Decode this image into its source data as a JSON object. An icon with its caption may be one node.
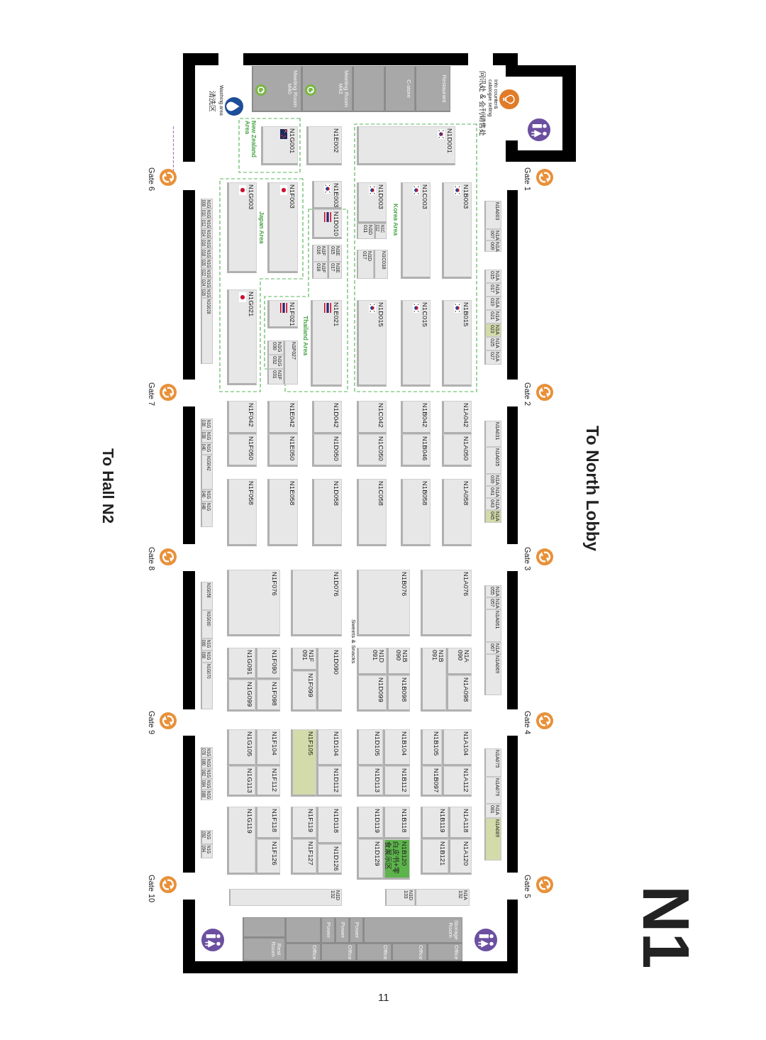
{
  "diagram": {
    "nodes": [
      {
        "text": [
          "Korea Area"
        ]
      },
      {
        "text": [
          "New Zealand Area"
        ]
      },
      {
        "text": [
          "Japan Area"
        ]
      },
      {
        "text": [
          "Thailand Area"
        ]
      },
      {
        "text": [
          "Meeting Room M40"
        ]
      },
      {
        "text": [
          "Meeting Room M42"
        ]
      },
      {
        "text": [],
        "shape": "box"
      },
      {
        "text": [
          "C-store"
        ]
      },
      {
        "text": [
          "Restaurant"
        ]
      },
      {
        "text": [
          "N1D001"
        ],
        "in": 0
      },
      {
        "text": [
          "N1B003"
        ],
        "in": 0
      },
      {
        "text": [
          "N1C003"
        ],
        "in": 0
      },
      {
        "text": [
          "N1D003"
        ],
        "in": 0
      },
      {
        "text": [
          "N1C 012"
        ],
        "in": 0
      },
      {
        "text": [
          "N1D 011"
        ],
        "in": 0
      },
      {
        "text": [
          "N1C018"
        ],
        "in": 0
      },
      {
        "text": [
          "N1D 017"
        ],
        "in": 0
      },
      {
        "text": [
          "N1B015"
        ],
        "in": 0
      },
      {
        "text": [
          "N1C015"
        ],
        "in": 0
      },
      {
        "text": [
          "N1D015"
        ],
        "in": 0
      },
      {
        "text": [
          "N1G001"
        ],
        "in": 1
      },
      {
        "text": [
          "N1E002"
        ]
      },
      {
        "text": [
          "N1F003"
        ],
        "in": 2
      },
      {
        "text": [
          "N1G003"
        ],
        "in": 2
      },
      {
        "text": [
          "N1G021"
        ],
        "in": 2
      },
      {
        "text": [
          "N1E003"
        ]
      },
      {
        "text": [
          "N1D010"
        ],
        "in": 3
      },
      {
        "text": [
          "N1E 015"
        ],
        "in": 3
      },
      {
        "text": [
          "N1E 017"
        ],
        "in": 3
      },
      {
        "text": [
          "N1F 016"
        ],
        "in": 3
      },
      {
        "text": [
          "N1F 018"
        ],
        "in": 3
      },
      {
        "text": [
          "N1E021"
        ],
        "in": 3
      },
      {
        "text": [
          "N1F021"
        ],
        "in": 3
      },
      {
        "text": [
          "N1F027"
        ],
        "in": 3
      },
      {
        "text": [
          "N1G 030"
        ],
        "in": 3
      },
      {
        "text": [
          "N1G 032"
        ],
        "in": 3
      },
      {
        "text": [
          "N1F 031"
        ],
        "in": 3
      },
      {
        "text": [
          "N1A003"
        ]
      },
      {
        "text": [
          "N1A 007"
        ]
      },
      {
        "text": [
          "N1A 009"
        ]
      },
      {
        "text": [
          "N1A 015"
        ]
      },
      {
        "text": [
          "N1A 017"
        ]
      },
      {
        "text": [
          "N1A 019"
        ]
      },
      {
        "text": [
          "N1A 021"
        ]
      },
      {
        "text": [
          "N1A 023"
        ]
      },
      {
        "text": [
          "N1A 025"
        ]
      },
      {
        "text": [
          "N1A 027"
        ]
      },
      {
        "text": [
          "N1G 008"
        ]
      },
      {
        "text": [
          "N1G 010"
        ]
      },
      {
        "text": [
          "N1G 012"
        ]
      },
      {
        "text": [
          "N1G 014"
        ]
      },
      {
        "text": [
          "N1G 016"
        ]
      },
      {
        "text": [
          "N1G 018"
        ]
      },
      {
        "text": [
          "N1G 020"
        ]
      },
      {
        "text": [
          "N1G 022"
        ]
      },
      {
        "text": [
          "N1G 024"
        ]
      },
      {
        "text": [
          "N1G 026"
        ]
      },
      {
        "text": [
          "N1G028"
        ]
      },
      {
        "text": [
          "N1A042"
        ]
      },
      {
        "text": [
          "N1A050"
        ]
      },
      {
        "text": [
          "N1B042"
        ]
      },
      {
        "text": [
          "N1B046"
        ]
      },
      {
        "text": [
          "N1C042"
        ]
      },
      {
        "text": [
          "N1C050"
        ]
      },
      {
        "text": [
          "N1D042"
        ]
      },
      {
        "text": [
          "N1D050"
        ]
      },
      {
        "text": [
          "N1E042"
        ]
      },
      {
        "text": [
          "N1E050"
        ]
      },
      {
        "text": [
          "N1F042"
        ]
      },
      {
        "text": [
          "N1F050"
        ]
      },
      {
        "text": [
          "N1A058"
        ]
      },
      {
        "text": [
          "N1B058"
        ]
      },
      {
        "text": [
          "N1C058"
        ]
      },
      {
        "text": [
          "N1D058"
        ]
      },
      {
        "text": [
          "N1E058"
        ]
      },
      {
        "text": [
          "N1F058"
        ]
      },
      {
        "text": [
          "N1A031"
        ]
      },
      {
        "text": [
          "N1A035"
        ]
      },
      {
        "text": [
          "N1A 039"
        ]
      },
      {
        "text": [
          "N1A 041"
        ]
      },
      {
        "text": [
          "N1A 043"
        ]
      },
      {
        "text": [
          "N1A 045"
        ]
      },
      {
        "text": [
          "N1G 036"
        ]
      },
      {
        "text": [
          "N1G 038"
        ]
      },
      {
        "text": [
          "N1G 040"
        ]
      },
      {
        "text": [
          "N1G042"
        ]
      },
      {
        "text": [
          "N1G 046"
        ]
      },
      {
        "text": [
          "N1G 048"
        ]
      },
      {
        "text": [
          "N1A076"
        ]
      },
      {
        "text": [
          "N1B076"
        ]
      },
      {
        "text": [
          "N1D076"
        ]
      },
      {
        "text": [
          "N1F076"
        ]
      },
      {
        "text": [
          "N1A 090"
        ]
      },
      {
        "text": [
          "N1B 091"
        ]
      },
      {
        "text": [
          "N1A098"
        ]
      },
      {
        "text": [
          "N1B 090"
        ]
      },
      {
        "text": [
          "N1D 091"
        ]
      },
      {
        "text": [
          "N1B098"
        ]
      },
      {
        "text": [
          "N1D099"
        ]
      },
      {
        "text": [
          "N1D090"
        ]
      },
      {
        "text": [
          "N1F 091"
        ]
      },
      {
        "text": [
          "N1F099"
        ]
      },
      {
        "text": [
          "N1F090"
        ]
      },
      {
        "text": [
          "N1G091"
        ]
      },
      {
        "text": [
          "N1F098"
        ]
      },
      {
        "text": [
          "N1G099"
        ]
      },
      {
        "text": [
          "N1A 055"
        ]
      },
      {
        "text": [
          "N1A 057"
        ]
      },
      {
        "text": [
          "N1A061"
        ]
      },
      {
        "text": [
          "N1A 067"
        ]
      },
      {
        "text": [
          "N1A069"
        ]
      },
      {
        "text": [
          "N1G058"
        ]
      },
      {
        "text": [
          "N1G060"
        ]
      },
      {
        "text": [
          "N1G 066"
        ]
      },
      {
        "text": [
          "N1G 068"
        ]
      },
      {
        "text": [
          "N1G070"
        ]
      },
      {
        "text": [
          "N1A104"
        ]
      },
      {
        "text": [
          "N1B105"
        ]
      },
      {
        "text": [
          "N1A112"
        ]
      },
      {
        "text": [
          "N1B097"
        ]
      },
      {
        "text": [
          "N1B104"
        ]
      },
      {
        "text": [
          "N1D105"
        ]
      },
      {
        "text": [
          "N1B112"
        ]
      },
      {
        "text": [
          "N1D113"
        ]
      },
      {
        "text": [
          "N1D104"
        ]
      },
      {
        "text": [
          "N1F105"
        ]
      },
      {
        "text": [
          "N1D112"
        ]
      },
      {
        "text": [
          "N1F104"
        ]
      },
      {
        "text": [
          "N1G105"
        ]
      },
      {
        "text": [
          "N1F112"
        ]
      },
      {
        "text": [
          "N1G113"
        ]
      },
      {
        "text": [
          "N1A118"
        ]
      },
      {
        "text": [
          "N1B119"
        ]
      },
      {
        "text": [
          "N1A120"
        ]
      },
      {
        "text": [
          "N1B121"
        ]
      },
      {
        "text": [
          "N1B118"
        ]
      },
      {
        "text": [
          "N1D119"
        ]
      },
      {
        "text": [
          "N1B120",
          "白皮书+零食展示区"
        ]
      },
      {
        "text": [
          "N1D129"
        ]
      },
      {
        "text": [
          "N1D118"
        ]
      },
      {
        "text": [
          "N1F119"
        ]
      },
      {
        "text": [
          "N1D126"
        ]
      },
      {
        "text": [
          "N1F127"
        ]
      },
      {
        "text": [
          "N1F118"
        ]
      },
      {
        "text": [
          "N1G119"
        ]
      },
      {
        "text": [
          "N1F126"
        ]
      },
      {
        "text": [
          "N1A075"
        ]
      },
      {
        "text": [
          "N1A079"
        ]
      },
      {
        "text": [
          "N1A 081"
        ]
      },
      {
        "text": [
          "N1A089"
        ]
      },
      {
        "text": [
          "N1G 078"
        ]
      },
      {
        "text": [
          "N1G 080"
        ]
      },
      {
        "text": [
          "N1G 082"
        ]
      },
      {
        "text": [
          "N1G 084"
        ]
      },
      {
        "text": [
          "N1G 088"
        ]
      },
      {
        "text": [
          "N1G 092"
        ]
      },
      {
        "text": [
          "N1G 094"
        ]
      },
      {
        "text": [
          "N1D 133"
        ]
      },
      {
        "text": [
          "N1A 132"
        ]
      },
      {
        "text": [
          "N1D 132"
        ]
      },
      {
        "text": [],
        "shape": "box"
      },
      {
        "text": [],
        "shape": "box"
      },
      {
        "text": [
          "Power"
        ]
      },
      {
        "text": [
          "Power"
        ]
      },
      {
        "text": [
          "Power"
        ]
      },
      {
        "text": [
          "Storage Room"
        ]
      },
      {
        "text": [
          "Rest Room"
        ]
      },
      {
        "text": [
          "Office"
        ]
      },
      {
        "text": [
          "Office"
        ]
      },
      {
        "text": [
          "Office"
        ]
      },
      {
        "text": [
          "Office"
        ]
      },
      {
        "text": [
          "Office"
        ]
      }
    ],
    "labels": [
      "Info counter& catalogue selling",
      "问讯处 & 会刊销售处",
      "Washing area",
      "清洗区",
      "Gate 1",
      "Gate 2",
      "Gate 3",
      "Gate 4",
      "Gate 5",
      "Gate 6",
      "Gate 7",
      "Gate 8",
      "Gate 9",
      "Gate 10",
      "Sweets & Snacks",
      "To North Lobby",
      "To Hall N2",
      "N1",
      "11"
    ]
  }
}
